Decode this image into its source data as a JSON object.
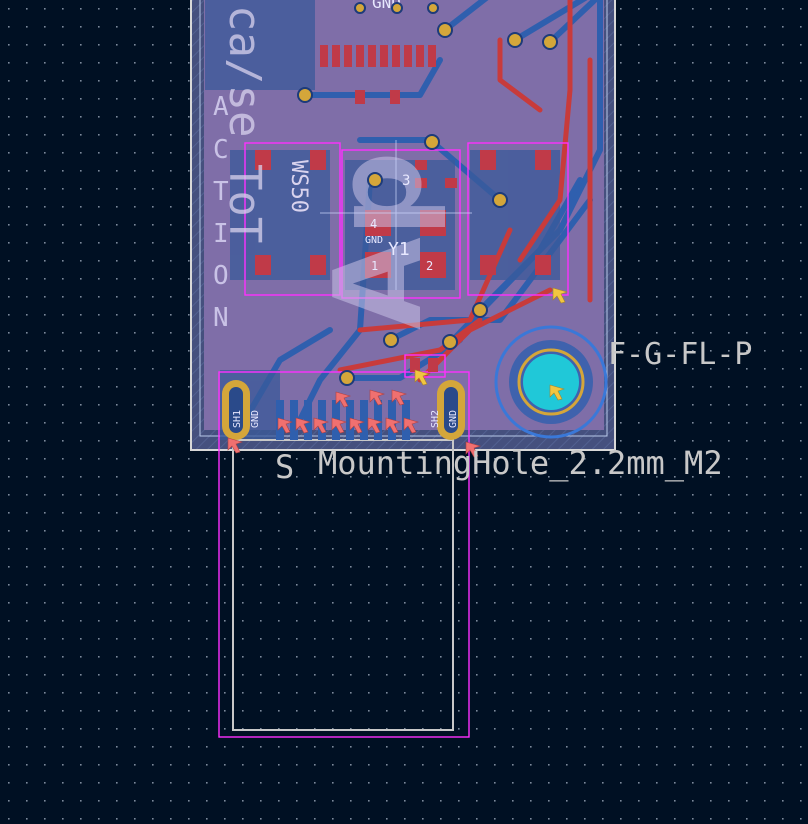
{
  "board": {
    "footprint_label": "MountingHole_2.2mm_M2",
    "footprint_prefix": "S",
    "layer_text": "F-G-FL-P",
    "connector_pads": {
      "left_net": "SH1",
      "left_net2": "GND",
      "right_net": "SH2",
      "right_net2": "GND"
    },
    "crystal_ref": "Y1",
    "crystal_pins": [
      "3",
      "4",
      "1",
      "2"
    ],
    "crystal_gnd": "GND",
    "top_net": "GND",
    "ic_label": "WS50",
    "silk_left_column": [
      "A",
      "C",
      "T",
      "I",
      "O",
      "N"
    ],
    "silk_vertical_text": "ca/se ToT",
    "silk_right_text": "Ap"
  },
  "colors": {
    "background": "#001023",
    "grid_dot": "#8a97a8",
    "board_fill": "#7f6ea8",
    "copper_front": "#c83b3b",
    "copper_back": "#2f5fae",
    "silkscreen": "#d9d3ee",
    "pad_gold": "#d4a63a",
    "pad_cyan": "#20c8d8",
    "via_ring": "#d8a43a",
    "courtyard": "#ff30ff",
    "edge_cuts": "#d0d0d0",
    "marker_pink": "#f07070",
    "marker_yellow": "#f2c640"
  }
}
